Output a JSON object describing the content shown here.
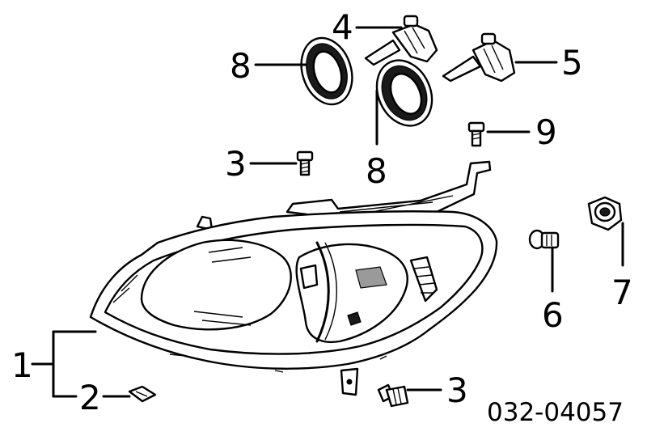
{
  "diagram_code": "032-04057",
  "callouts": {
    "c1": "1",
    "c2": "2",
    "c3a": "3",
    "c3b": "3",
    "c4": "4",
    "c5": "5",
    "c6": "6",
    "c7": "7",
    "c8a": "8",
    "c8b": "8",
    "c9": "9"
  }
}
